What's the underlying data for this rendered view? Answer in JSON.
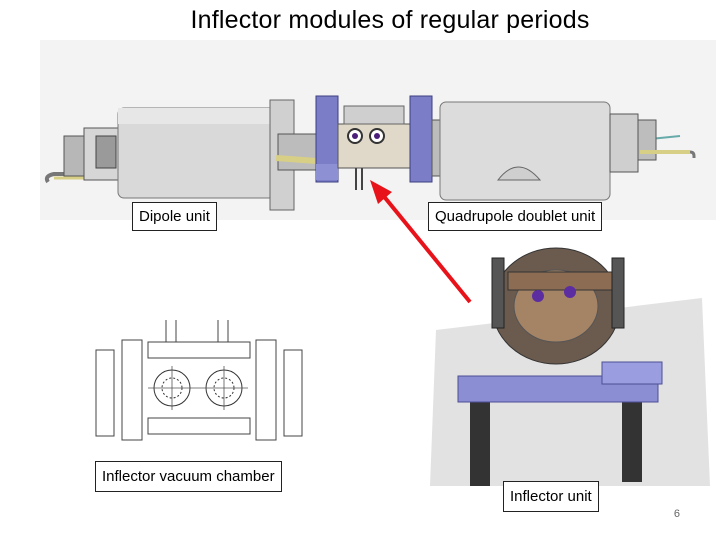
{
  "slide": {
    "title": "Inflector modules of regular periods",
    "labels": {
      "dipole": "Dipole unit",
      "quadrupole": "Quadrupole doublet unit",
      "chamber": "Inflector vacuum chamber",
      "unit": "Inflector unit"
    },
    "page_number": "6"
  },
  "colors": {
    "body_gray": "#d9d9d9",
    "flange_blue": "#7b7ec6",
    "rod_yellow": "#e3dca0",
    "arrow_red": "#e8131a"
  }
}
